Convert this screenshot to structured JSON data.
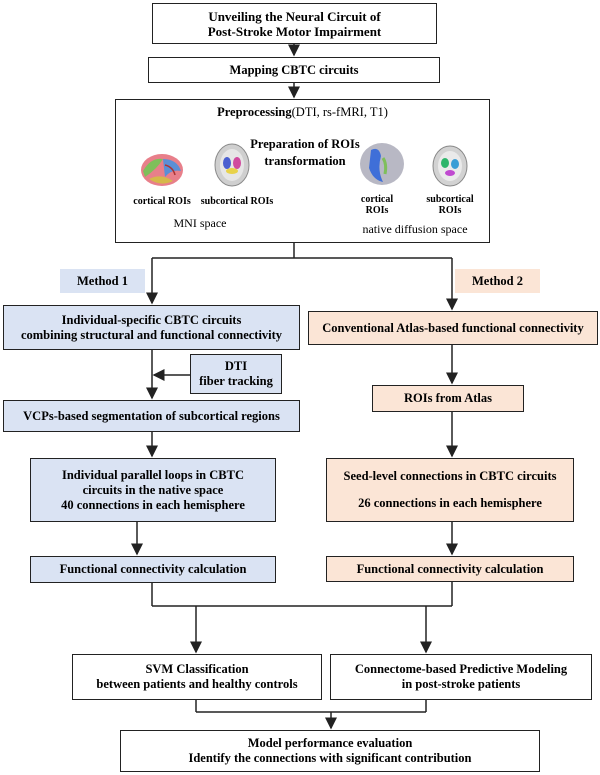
{
  "title": {
    "line1": "Unveiling the Neural Circuit of",
    "line2": "Post-Stroke Motor Impairment"
  },
  "mapping": "Mapping CBTC circuits",
  "preprocessing": {
    "heading_bold": "Preprocessing",
    "heading_rest": "(DTI, rs-fMRI, T1)",
    "prep_title": "Preparation of ROIs",
    "transformation": "transformation",
    "mni_cortical": "cortical ROIs",
    "mni_subcortical": "subcortical ROIs",
    "mni_space": "MNI space",
    "native_cortical": [
      "cortical",
      "ROIs"
    ],
    "native_subcortical": [
      "subcortical",
      "ROIs"
    ],
    "native_space": "native diffusion space"
  },
  "method1": {
    "tag": "Method 1",
    "step1": [
      "Individual-specific CBTC circuits",
      "combining structural and functional connectivity"
    ],
    "dti": [
      "DTI",
      "fiber tracking"
    ],
    "step2": "VCPs-based segmentation of subcortical regions",
    "step3": [
      "Individual parallel loops in CBTC",
      "circuits in the native space",
      "40 connections in each hemisphere"
    ],
    "step4": "Functional connectivity calculation"
  },
  "method2": {
    "tag": "Method 2",
    "step1": "Conventional Atlas-based functional connectivity",
    "step2": "ROIs from Atlas",
    "step3": [
      "Seed-level connections in CBTC circuits",
      "26 connections in each hemisphere"
    ],
    "step4": "Functional connectivity calculation"
  },
  "svm": [
    "SVM Classification",
    "between patients and healthy controls"
  ],
  "cpm": [
    "Connectome-based Predictive Modeling",
    "in post-stroke patients"
  ],
  "evaluation": [
    "Model performance evaluation",
    "Identify the connections with significant contribution"
  ],
  "colors": {
    "blue_fill": "#dae3f3",
    "peach_fill": "#fbe5d6",
    "stroke": "#222222"
  }
}
